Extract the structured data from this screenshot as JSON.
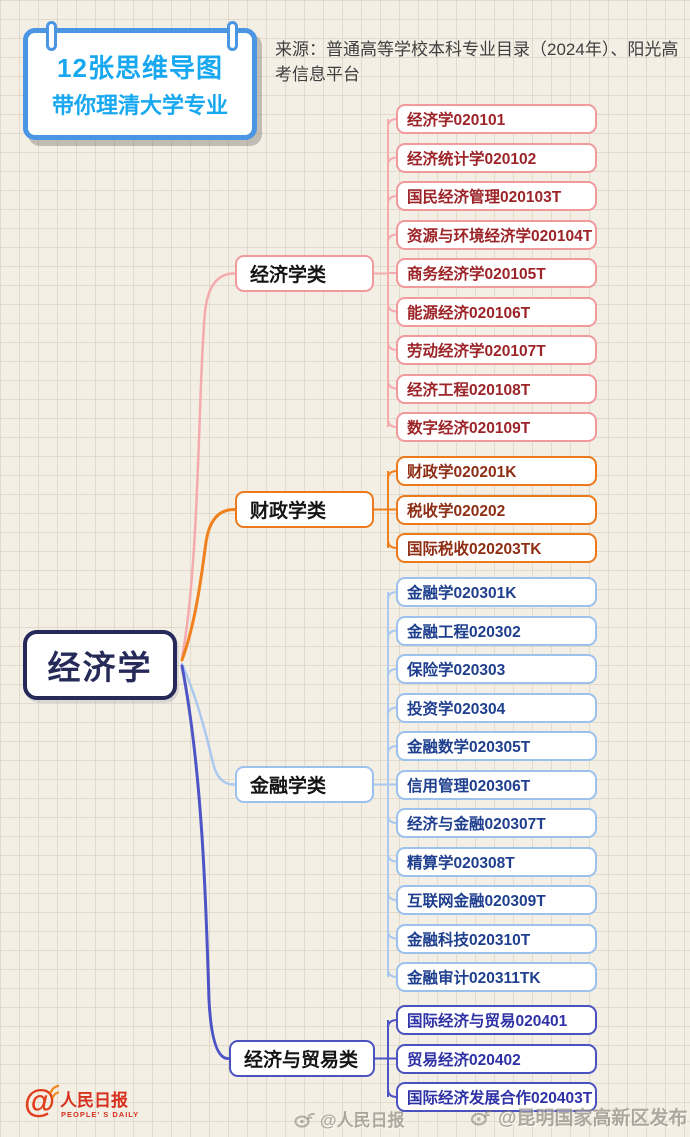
{
  "banner": {
    "line1": "12张思维导图",
    "line2": "带你理清大学专业",
    "border_color": "#4a96e2",
    "text_color": "#18a8f0"
  },
  "source": {
    "text": "来源：普通高等学校本科专业目录（2024年）、阳光高考信息平台"
  },
  "root": {
    "label": "经济学",
    "border_color": "#262a58"
  },
  "branches": [
    {
      "label": "经济学类",
      "border_color": "#f19a9c",
      "line_color": "#f5abad",
      "text_color": "#9c2327",
      "items": [
        "经济学020101",
        "经济统计学020102",
        "国民经济管理020103T",
        "资源与环境经济学020104T",
        "商务经济学020105T",
        "能源经济020106T",
        "劳动经济学020107T",
        "经济工程020108T",
        "数字经济020109T"
      ]
    },
    {
      "label": "财政学类",
      "border_color": "#ec7a1d",
      "line_color": "#f0811f",
      "text_color": "#8d2d13",
      "items": [
        "财政学020201K",
        "税收学020202",
        "国际税收020203TK"
      ]
    },
    {
      "label": "金融学类",
      "border_color": "#9cc1ed",
      "line_color": "#abc9f0",
      "text_color": "#1e3e8e",
      "items": [
        "金融学020301K",
        "金融工程020302",
        "保险学020303",
        "投资学020304",
        "金融数学020305T",
        "信用管理020306T",
        "经济与金融020307T",
        "精算学020308T",
        "互联网金融020309T",
        "金融科技020310T",
        "金融审计020311TK"
      ]
    },
    {
      "label": "经济与贸易类",
      "border_color": "#4a52c0",
      "line_color": "#4d55c6",
      "text_color": "#2e31a5",
      "items": [
        "国际经济与贸易020401",
        "贸易经济020402",
        "国际经济发展合作020403T"
      ]
    }
  ],
  "footer": {
    "logo_at": "@",
    "logo_text": "人民日报",
    "logo_subtext": "PEOPLE' S DAILY",
    "logo_color": "#d7301f",
    "watermark_left": "@人民日报",
    "watermark_right": "@昆明国家高新区发布"
  }
}
